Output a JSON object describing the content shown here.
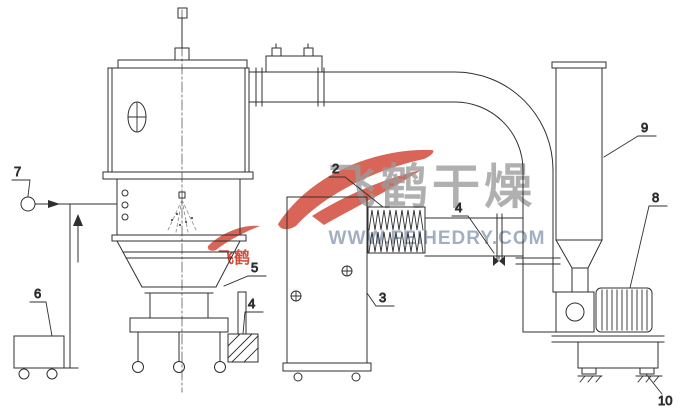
{
  "page": {
    "background": "#ffffff",
    "line_color": "#2f2f2f"
  },
  "labels": {
    "part_2": "2",
    "part_3": "3",
    "part_4_left": "4",
    "part_4_right": "4",
    "part_5": "5",
    "part_6": "6",
    "part_7": "7",
    "part_8": "8",
    "part_9": "9",
    "part_10": "10"
  },
  "watermark": {
    "brand_text": "飞鹤干燥",
    "brand_text_small": "飞鹤",
    "website": "WWW.FEIHEDRY.COM",
    "logo_color": "#cd3a28",
    "brand_color": "#9b9b9b",
    "website_color": "#96a5bb"
  }
}
